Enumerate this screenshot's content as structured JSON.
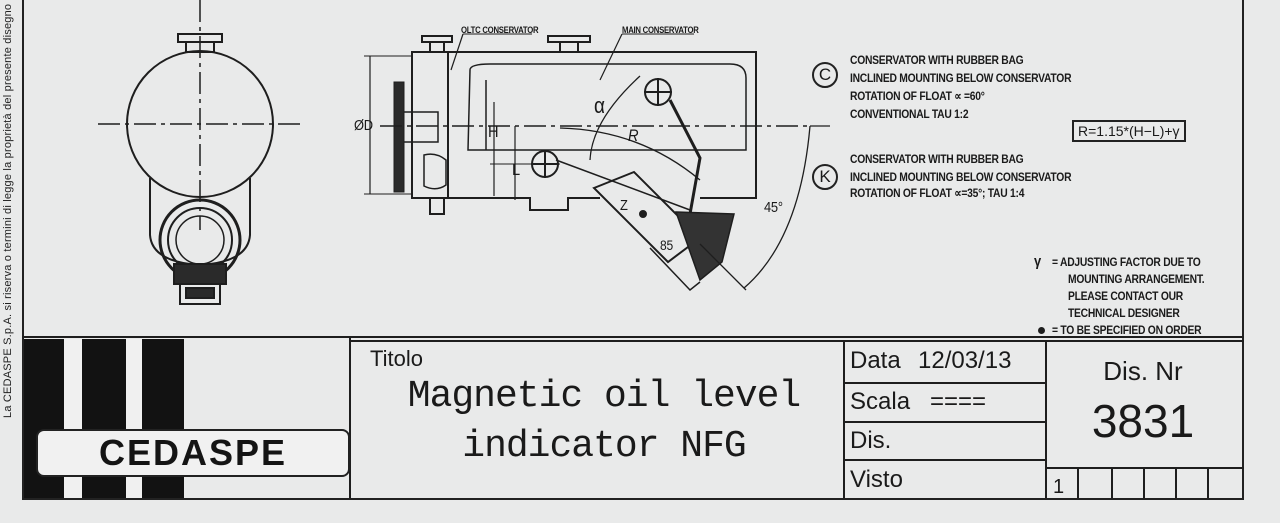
{
  "side_text": "La CEDASPE S.p.A. si riserva o termini di legge la proprietà del presente disegno",
  "labels": {
    "oltc": "OLTC CONSERVATOR",
    "main": "MAIN CONSERVATOR",
    "diameter": "ØD",
    "h": "H",
    "l": "L",
    "r": "R",
    "alpha": "α",
    "z": "Z",
    "dim85": "85",
    "angle45": "45°"
  },
  "note_c": {
    "letter": "C",
    "lines": [
      "CONSERVATOR WITH RUBBER BAG",
      "INCLINED MOUNTING BELOW CONSERVATOR",
      "ROTATION OF FLOAT ∝ =60°",
      "CONVENTIONAL TAU 1:2"
    ]
  },
  "note_k": {
    "letter": "K",
    "lines": [
      "CONSERVATOR WITH RUBBER BAG",
      "INCLINED MOUNTING BELOW CONSERVATOR",
      "ROTATION OF FLOAT ∝=35°; TAU 1:4"
    ]
  },
  "formula": "R=1.15*(H−L)+γ",
  "legend": {
    "gamma_symbol": "γ",
    "gamma_lines": [
      "= ADJUSTING FACTOR DUE TO",
      "MOUNTING ARRANGEMENT.",
      "PLEASE CONTACT OUR",
      "TECHNICAL DESIGNER"
    ],
    "dot_line": "= TO BE SPECIFIED ON ORDER"
  },
  "title_block": {
    "logo": "CEDASPE",
    "titolo_label": "Titolo",
    "title_line1": "Magnetic oil level",
    "title_line2": "indicator NFG",
    "data_label": "Data",
    "data_value": "12/03/13",
    "scala_label": "Scala",
    "scala_value": "====",
    "dis_label": "Dis.",
    "visto_label": "Visto",
    "disnr_label": "Dis. Nr",
    "disnr_value": "3831",
    "sheet_number": "1"
  }
}
